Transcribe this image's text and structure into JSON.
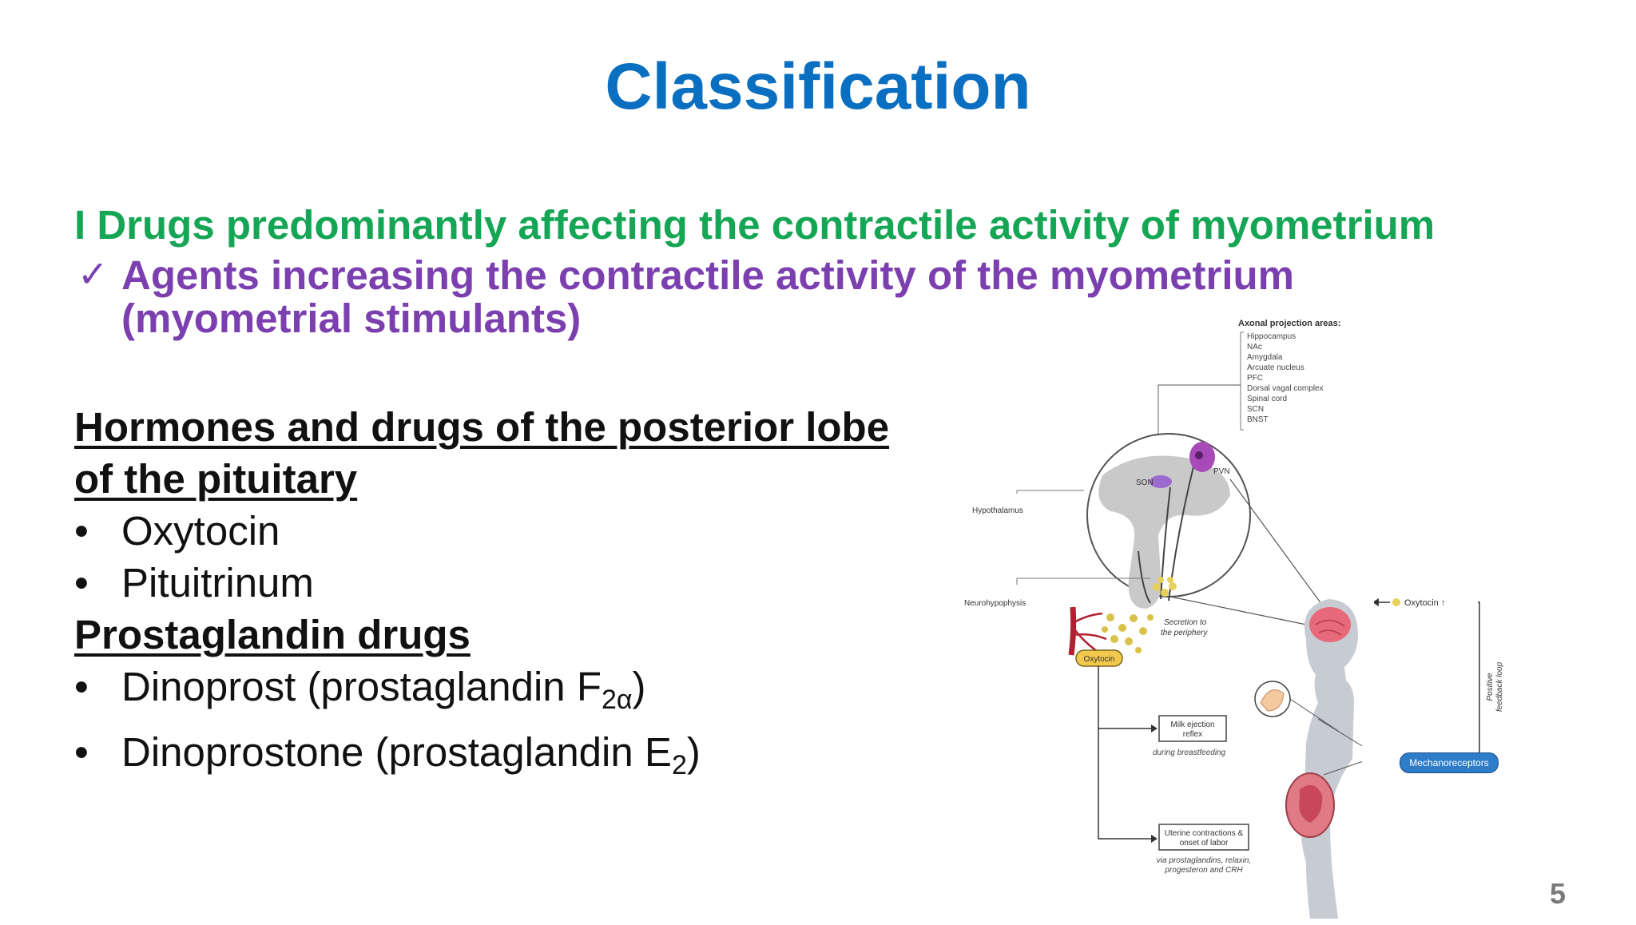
{
  "slide": {
    "title": "Classification",
    "section_heading": "I Drugs predominantly affecting the contractile activity of myometrium",
    "check_mark": "✓",
    "agents_line1": "Agents increasing the contractile activity of the myometrium",
    "agents_line2": "(myometrial stimulants)",
    "hormones_heading_line1": "Hormones and drugs of the posterior lobe",
    "hormones_heading_line2": "of the pituitary",
    "hormones_items": [
      "Oxytocin",
      "Pituitrinum"
    ],
    "prostaglandin_heading": "Prostaglandin drugs",
    "prostaglandin_items": [
      {
        "text": "Dinoprost (prostaglandin F",
        "sub": "2α",
        "tail": ")"
      },
      {
        "text": "Dinoprostone (prostaglandin E",
        "sub": "2",
        "tail": ")"
      }
    ],
    "bullet_glyph": "•",
    "page_number": "5"
  },
  "diagram": {
    "axonal_title": "Axonal projection areas:",
    "axonal_list": [
      "Hippocampus",
      "NAc",
      "Amygdala",
      "Arcuate nucleus",
      "PFC",
      "Dorsal vagal complex",
      "Spinal cord",
      "SCN",
      "BNST"
    ],
    "pvn": "PVN",
    "son": "SON",
    "hypothalamus": "Hypothalamus",
    "neurohypophysis": "Neurohypophysis",
    "secretion_line1": "Secretion to",
    "secretion_line2": "the periphery",
    "oxytocin_badge": "Oxytocin",
    "oxytocin_up": "Oxytocin ↑",
    "feedback_line1": "Positive",
    "feedback_line2": "feedback loop",
    "milk_line1": "Milk ejection",
    "milk_line2": "reflex",
    "during_breastfeeding": "during breastfeeding",
    "mechanoreceptors": "Mechanoreceptors",
    "uterine_line1": "Uterine contractions &",
    "uterine_line2": "onset of labor",
    "via_line1": "via prostaglandins, relaxin,",
    "via_line2": "progesteron and CRH"
  },
  "colors": {
    "title": "#0B6FC1",
    "section": "#15A655",
    "agents": "#7B3FAF",
    "body_text": "#111111",
    "page_number": "#7a7a7a",
    "oxytocin_badge": "#F2C94C",
    "mechanoreceptors_badge": "#2F7CC8",
    "hypothalamus_purple": "#A84BB8"
  }
}
